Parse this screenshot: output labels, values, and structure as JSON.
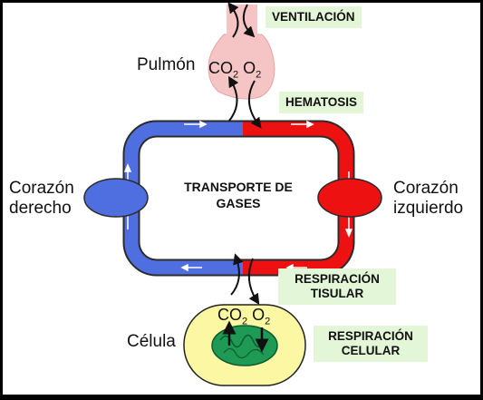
{
  "labels": {
    "ventilacion": "VENTILACIÓN",
    "hematosis": "HEMATOSIS",
    "respiracion_tisular": "RESPIRACIÓN TISULAR",
    "respiracion_celular": "RESPIRACIÓN CELULAR",
    "transporte_gases": "TRANSPORTE DE GASES",
    "pulmon": "Pulmón",
    "corazon_derecho": "Corazón derecho",
    "corazon_izquierdo": "Corazón izquierdo",
    "celula": "Célula"
  },
  "gases": {
    "co2": "CO",
    "co2_sub": "2",
    "o2": "O",
    "o2_sub": "2"
  },
  "colors": {
    "venous_blue": "#4f6fe0",
    "arterial_red": "#ee1111",
    "lung_pink": "#f5c4c4",
    "cell_yellow": "#fbf7a3",
    "mitochondria_green": "#1f9a55",
    "label_bg": "#e4f6d8"
  }
}
